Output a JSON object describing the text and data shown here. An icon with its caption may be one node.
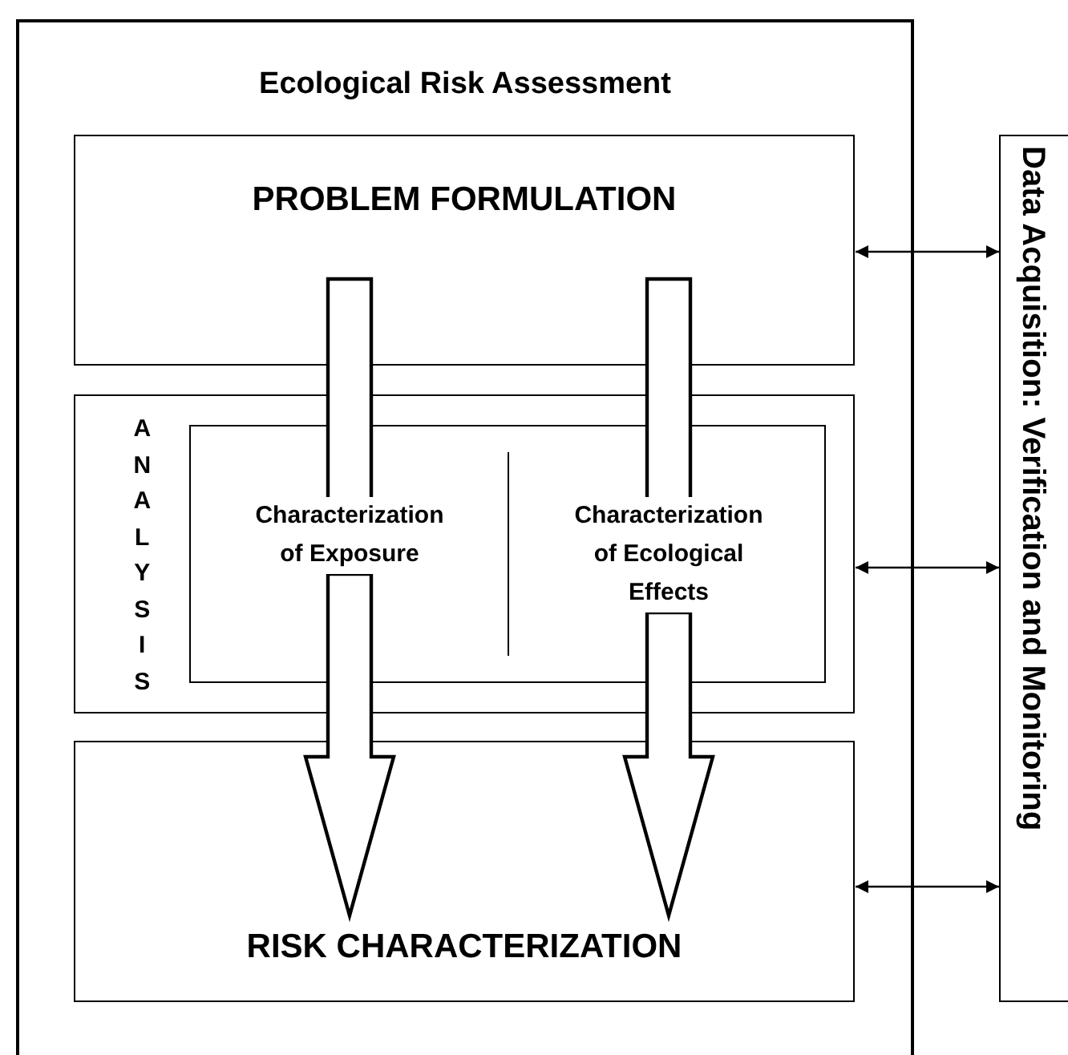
{
  "diagram": {
    "nodes": [
      {
        "text": [
          "Ecological Risk Assessment"
        ]
      },
      {
        "text": [
          "PROBLEM FORMULATION"
        ],
        "in": 0
      },
      {
        "text": [
          "ANALYSIS"
        ],
        "in": 0
      },
      {
        "text": [],
        "shape": "box",
        "in": 2
      },
      {
        "text": [
          "Characterization of Exposure"
        ],
        "in": 3
      },
      {
        "text": [
          "Characterization of Ecological Effects"
        ],
        "in": 3
      },
      {
        "text": [
          "RISK CHARACTERIZATION"
        ],
        "in": 0
      },
      {
        "text": [
          "Data Acquisition: Verification and Monitoring"
        ]
      }
    ],
    "edges": [
      {
        "from": 1,
        "to": 4,
        "arrow": "none",
        "style": "thick"
      },
      {
        "from": 4,
        "to": 6,
        "arrow": "to",
        "style": "thick"
      },
      {
        "from": 1,
        "to": 5,
        "arrow": "none",
        "style": "thick"
      },
      {
        "from": 5,
        "to": 6,
        "arrow": "to",
        "style": "thick"
      },
      {
        "from": 1,
        "to": 7,
        "arrow": "both"
      },
      {
        "from": 2,
        "to": 7,
        "arrow": "both"
      },
      {
        "from": 6,
        "to": 7,
        "arrow": "both"
      }
    ]
  }
}
